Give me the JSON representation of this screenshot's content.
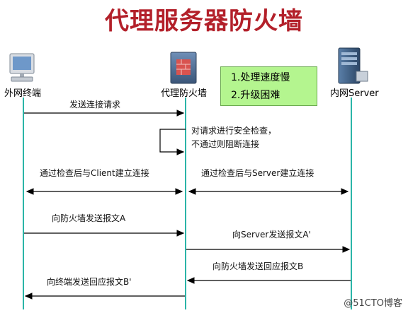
{
  "title": "代理服务器防火墙",
  "nodes": {
    "client": "外网终端",
    "proxy": "代理防火墙",
    "server": "内网Server"
  },
  "drawbacks": [
    "1.处理速度慢",
    "2.升级困难"
  ],
  "check_note": [
    "对请求进行安全检查，",
    "不通过则阻断连接"
  ],
  "messages": {
    "send_request": "发送连接请求",
    "client_conn": "通过检查后与Client建立连接",
    "server_conn": "通过检查后与Server建立连接",
    "msg_a": "向防火墙发送报文A",
    "msg_a_prime": "向Server发送报文A'",
    "msg_b": "向防火墙发送回应报文B",
    "msg_b_prime": "向终端发送回应报文B'"
  },
  "colors": {
    "title": "#b3202a",
    "lifeline": "#2bb5a8",
    "note_box": "#b4f58f"
  },
  "watermark": "@51CTO博客"
}
